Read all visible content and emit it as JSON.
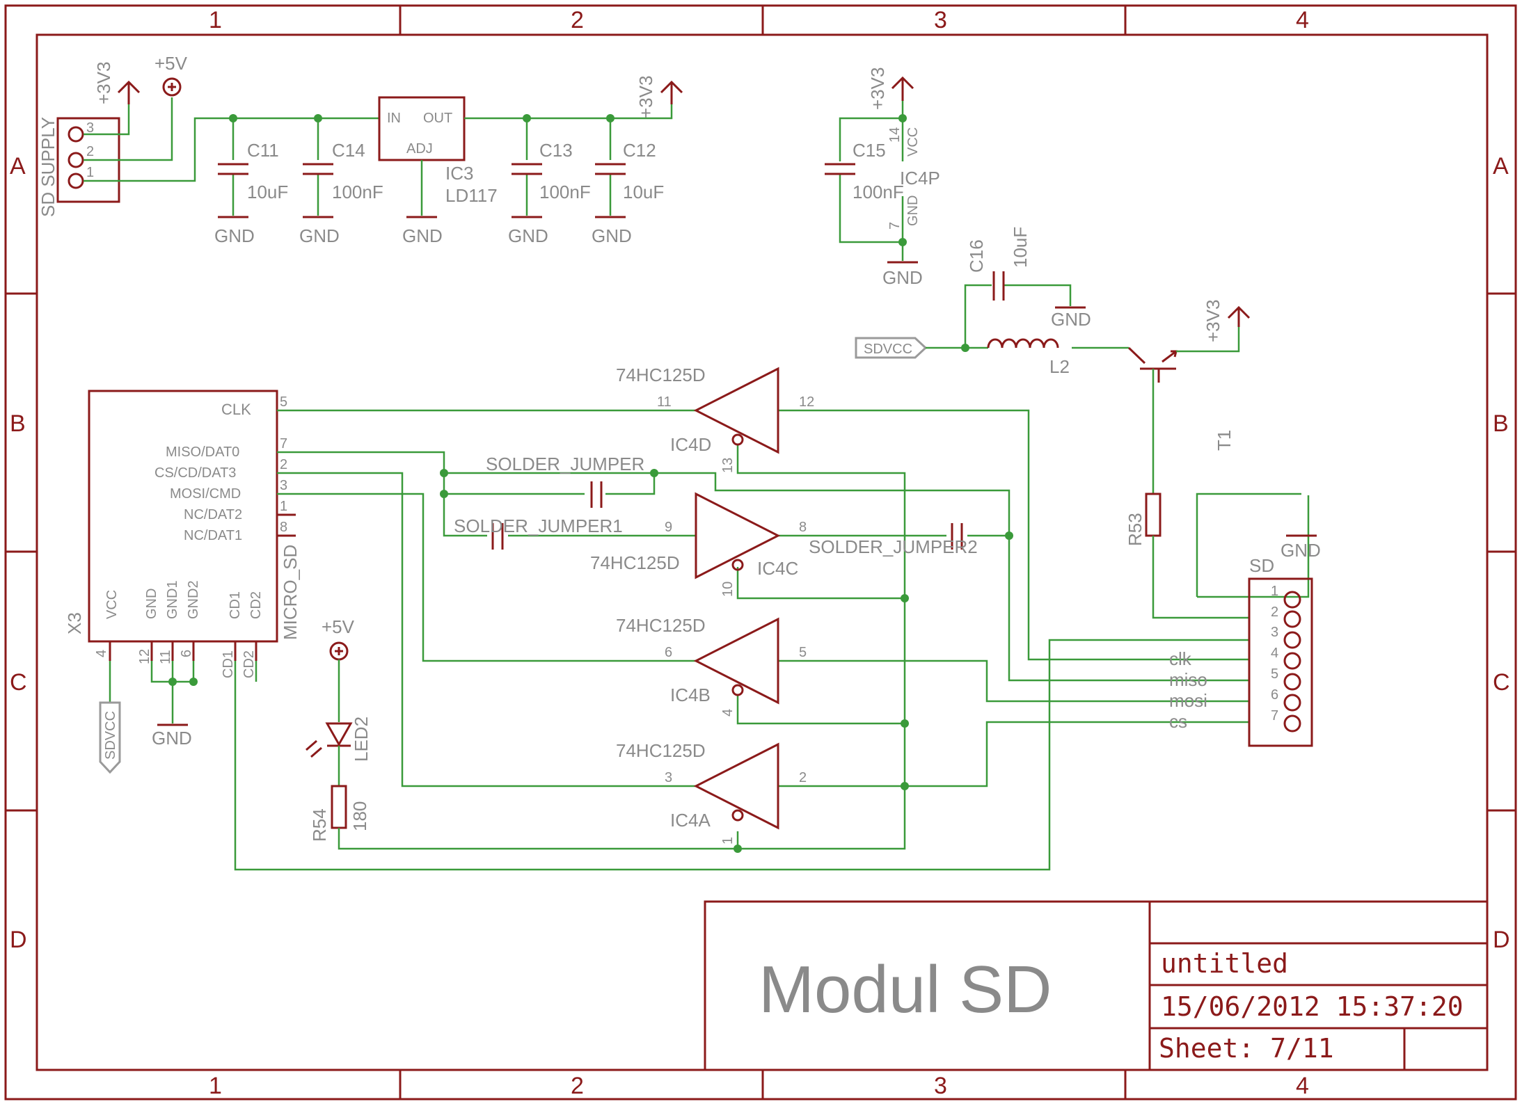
{
  "colors": {
    "frame": "#8b1a1a",
    "wire": "#3a9a3a",
    "text": "#8a8a8a"
  },
  "grid": {
    "columns": [
      "1",
      "2",
      "3",
      "4"
    ],
    "rows": [
      "A",
      "B",
      "C",
      "D"
    ]
  },
  "title_block": {
    "title": "Modul SD",
    "name": "untitled",
    "datetime": "15/06/2012 15:37:20",
    "sheet": "Sheet: 7/11"
  },
  "supply": {
    "connector": "SD SUPPLY",
    "pins": [
      "3",
      "2",
      "1"
    ],
    "v33": "+3V3",
    "v5": "+5V"
  },
  "regulator": {
    "name": "IC3",
    "value": "LD117",
    "pin_in": "IN",
    "pin_out": "OUT",
    "pin_adj": "ADJ"
  },
  "capacitors": {
    "c11": {
      "name": "C11",
      "value": "10uF"
    },
    "c14": {
      "name": "C14",
      "value": "100nF"
    },
    "c13": {
      "name": "C13",
      "value": "100nF"
    },
    "c12": {
      "name": "C12",
      "value": "10uF"
    },
    "c15": {
      "name": "C15",
      "value": "100nF"
    },
    "c16": {
      "name": "C16",
      "value": "10uF"
    }
  },
  "gnd": "GND",
  "ic4p": {
    "name": "IC4P",
    "vcc": "VCC",
    "gnd": "GND",
    "pin14": "14",
    "pin7": "7",
    "rail": "+3V3"
  },
  "power_switch": {
    "sdvcc": "SDVCC",
    "inductor": "L2",
    "transistor": "T1",
    "rail": "+3V3"
  },
  "buffers": [
    {
      "name": "IC4D",
      "type": "74HC125D",
      "in": "11",
      "out": "12",
      "oe": "13"
    },
    {
      "name": "IC4C",
      "type": "74HC125D",
      "in": "9",
      "out": "8",
      "oe": "10"
    },
    {
      "name": "IC4B",
      "type": "74HC125D",
      "in": "6",
      "out": "5",
      "oe": "4"
    },
    {
      "name": "IC4A",
      "type": "74HC125D",
      "in": "3",
      "out": "2",
      "oe": "1"
    }
  ],
  "jumpers": [
    "SOLDER_JUMPER",
    "SOLDER_JUMPER1",
    "SOLDER_JUMPER2"
  ],
  "microsd": {
    "ref": "X3",
    "value": "MICRO_SD",
    "right_pins": [
      {
        "label": "CLK",
        "num": "5"
      },
      {
        "label": "MISO/DAT0",
        "num": "7"
      },
      {
        "label": "CS/CD/DAT3",
        "num": "2"
      },
      {
        "label": "MOSI/CMD",
        "num": "3"
      },
      {
        "label": "NC/DAT2",
        "num": "1"
      },
      {
        "label": "NC/DAT1",
        "num": "8"
      }
    ],
    "bottom_pins": [
      {
        "label": "VCC",
        "num": "4"
      },
      {
        "label": "GND",
        "num": "12"
      },
      {
        "label": "GND1",
        "num": "11"
      },
      {
        "label": "GND2",
        "num": "6"
      },
      {
        "label": "CD1",
        "num": "CD1"
      },
      {
        "label": "CD2",
        "num": "CD2"
      }
    ],
    "sdvcc": "SDVCC"
  },
  "led": {
    "name": "LED2",
    "supply": "+5V",
    "resistor": "R54",
    "value": "180"
  },
  "r53": "R53",
  "sd_header": {
    "name": "SD",
    "pins": [
      "1",
      "2",
      "3",
      "4",
      "5",
      "6",
      "7"
    ],
    "signals": [
      "clk",
      "miso",
      "mosi",
      "cs"
    ]
  }
}
